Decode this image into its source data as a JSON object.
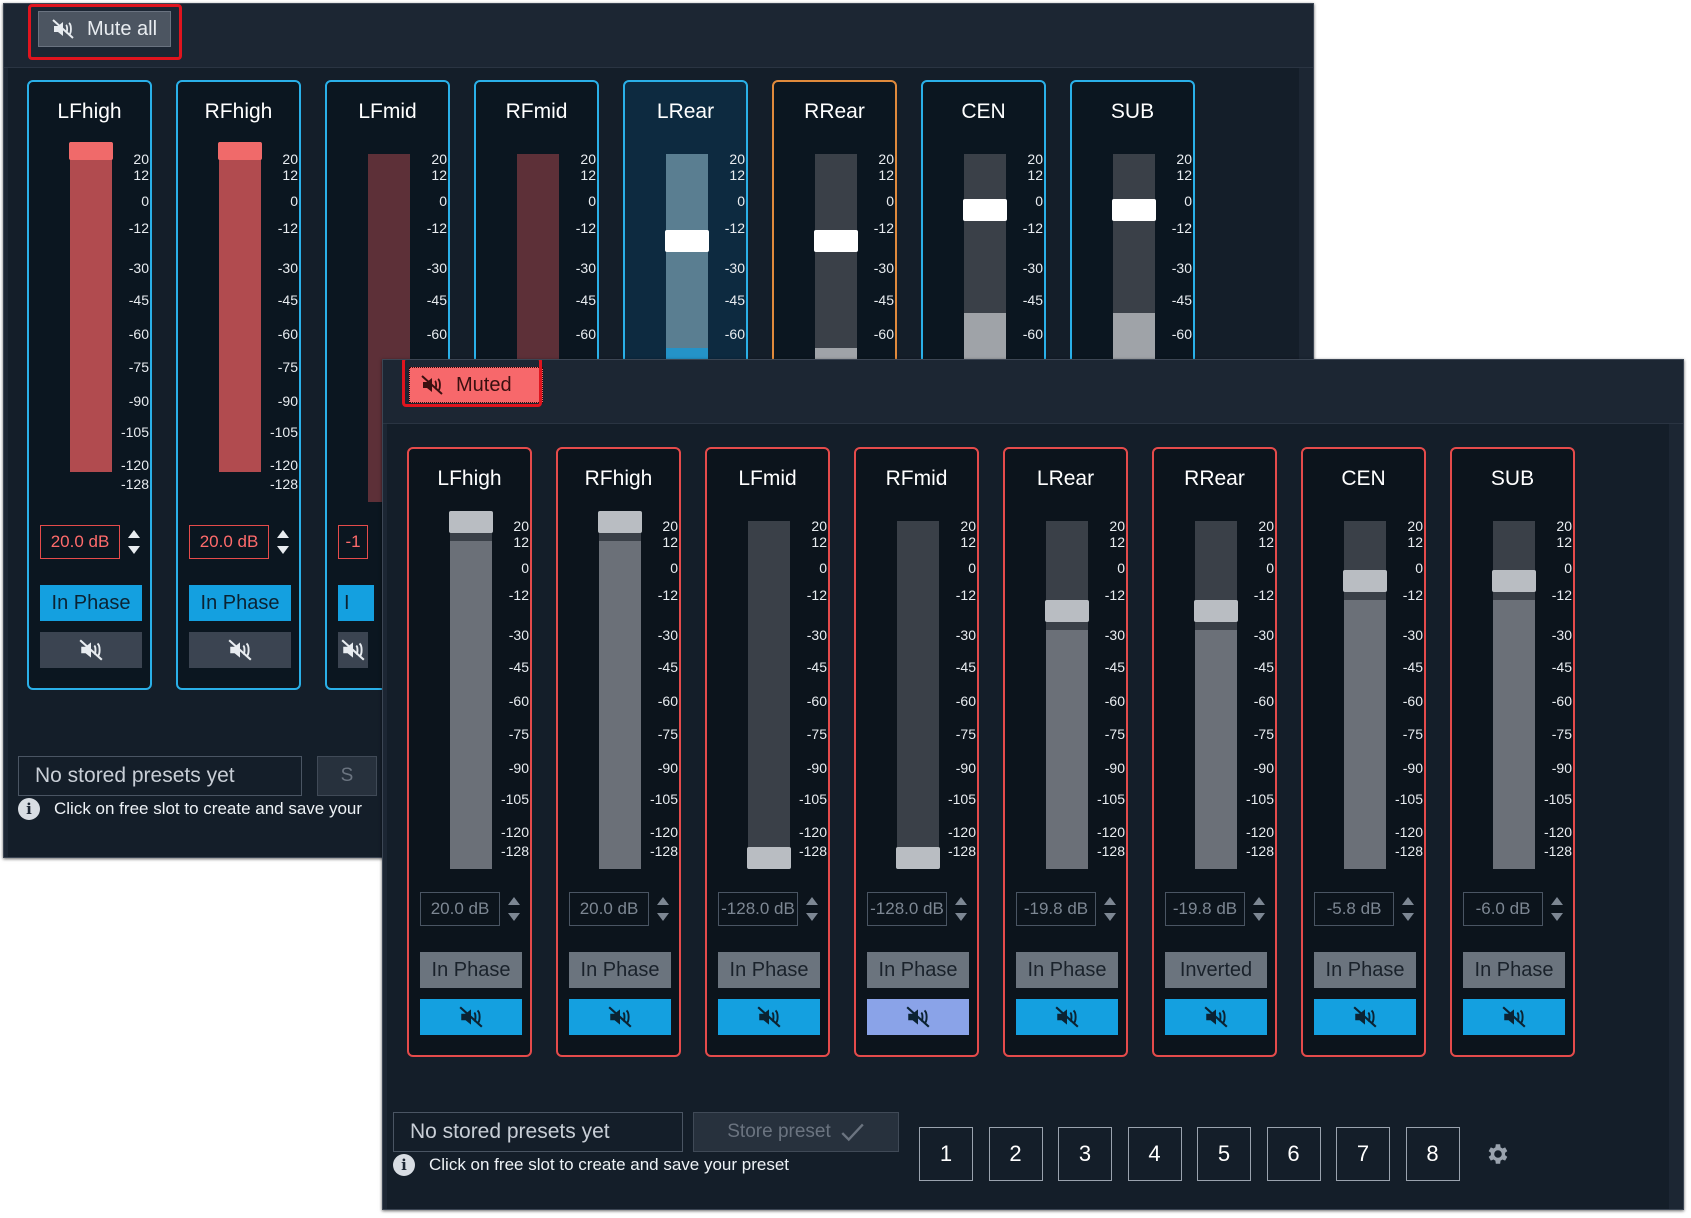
{
  "back_window": {
    "mute_all_label": "Mute all",
    "channels": [
      {
        "name": "LFhigh",
        "db": "20.0 dB",
        "phase": "In Phase",
        "level": 1.0,
        "style": "red-meter"
      },
      {
        "name": "RFhigh",
        "db": "20.0 dB",
        "phase": "In Phase",
        "level": 1.0,
        "style": "red-meter"
      },
      {
        "name": "LFmid",
        "db": "-1",
        "phase": "I",
        "level": 0.0,
        "style": "dark-red"
      },
      {
        "name": "RFmid",
        "level": 0.0,
        "style": "dark-red"
      },
      {
        "name": "LRear",
        "level": 0.27,
        "style": "blue"
      },
      {
        "name": "RRear",
        "level": 0.27,
        "style": "grey"
      },
      {
        "name": "CEN",
        "level": 0.37,
        "style": "grey"
      },
      {
        "name": "SUB",
        "level": 0.37,
        "style": "grey"
      }
    ],
    "preset_text": "No stored presets yet",
    "store_label_partial": "S",
    "info_text": "Click on free slot to create and save your"
  },
  "front_window": {
    "muted_label": "Muted",
    "channels": [
      {
        "name": "LFhigh",
        "db": "20.0 dB",
        "phase": "In Phase",
        "level": 1.0,
        "mute": "on"
      },
      {
        "name": "RFhigh",
        "db": "20.0 dB",
        "phase": "In Phase",
        "level": 1.0,
        "mute": "on"
      },
      {
        "name": "LFmid",
        "db": "-128.0 dB",
        "phase": "In Phase",
        "level": 0.0,
        "mute": "on"
      },
      {
        "name": "RFmid",
        "db": "-128.0 dB",
        "phase": "In Phase",
        "level": 0.0,
        "mute": "lavender"
      },
      {
        "name": "LRear",
        "db": "-19.8 dB",
        "phase": "In Phase",
        "level": 0.73,
        "mute": "on"
      },
      {
        "name": "RRear",
        "db": "-19.8 dB",
        "phase": "Inverted",
        "level": 0.73,
        "mute": "on"
      },
      {
        "name": "CEN",
        "db": "-5.8 dB",
        "phase": "In Phase",
        "level": 0.82,
        "mute": "on"
      },
      {
        "name": "SUB",
        "db": "-6.0 dB",
        "phase": "In Phase",
        "level": 0.82,
        "mute": "on"
      }
    ],
    "preset_text": "No stored presets yet",
    "store_label": "Store preset",
    "info_text": "Click on free slot to create and save your preset",
    "slots": [
      "1",
      "2",
      "3",
      "4",
      "5",
      "6",
      "7",
      "8"
    ]
  },
  "scale_labels": [
    "20",
    "12",
    "0",
    "-12",
    "-30",
    "-45",
    "-60",
    "-75",
    "-90",
    "-105",
    "-120",
    "-128"
  ],
  "colors": {
    "accent": "#14a0e0",
    "muted_red": "#f7686b",
    "highlight": "#e0141e",
    "meter_red": "#b14b4f"
  },
  "icons": {
    "mute": "speaker-muted-icon",
    "info": "info-icon",
    "gear": "gear-icon",
    "check": "check-icon"
  }
}
